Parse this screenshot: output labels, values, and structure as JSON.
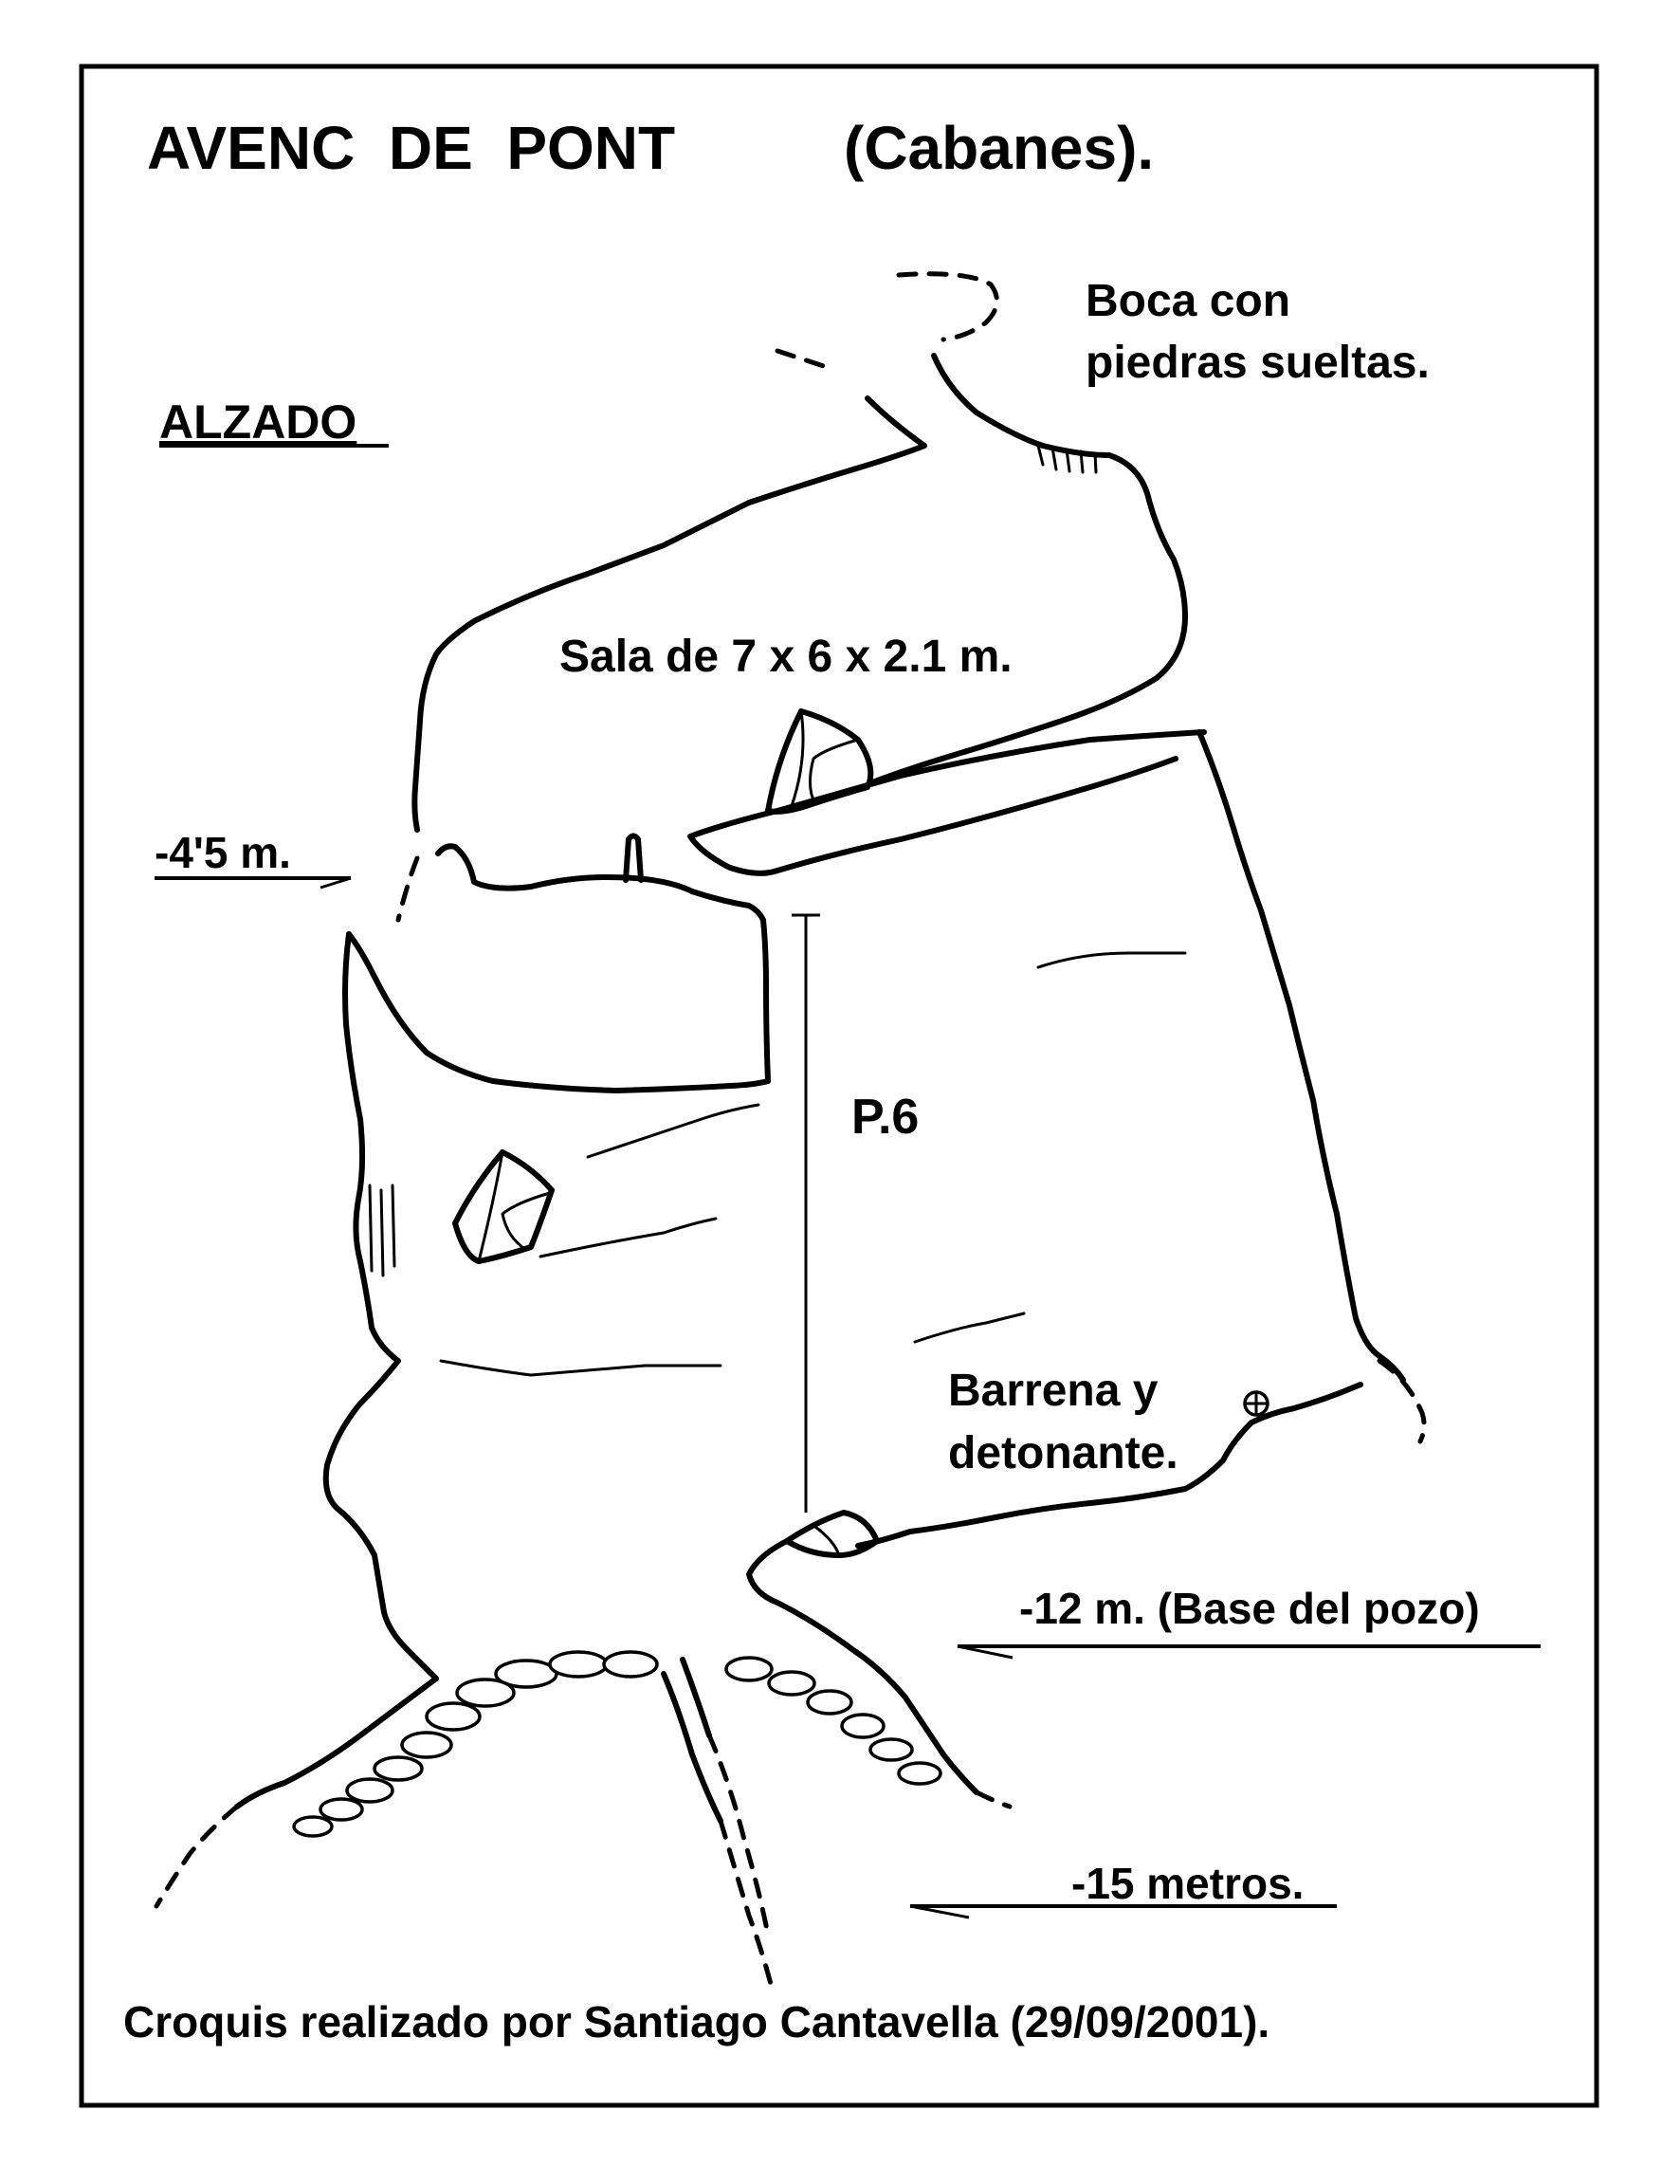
{
  "title": "AVENC  DE  PONT",
  "title_location": "(Cabanes).",
  "view_label": "ALZADO",
  "annotations": {
    "entrance": [
      "Boca con",
      "piedras sueltas."
    ],
    "chamber": "Sala de 7 x 6 x 2.1 m.",
    "shaft": "P.6",
    "bolt": [
      "Barrena y",
      "detonante."
    ]
  },
  "depths": {
    "level_1": "-4'5 m.",
    "level_2": "-12 m. (Base del pozo)",
    "level_3": "-15 metros."
  },
  "credit": "Croquis realizado por Santiago Cantavella (29/09/2001).",
  "icons": {
    "bolt_marker": "crossed-circle-icon"
  }
}
